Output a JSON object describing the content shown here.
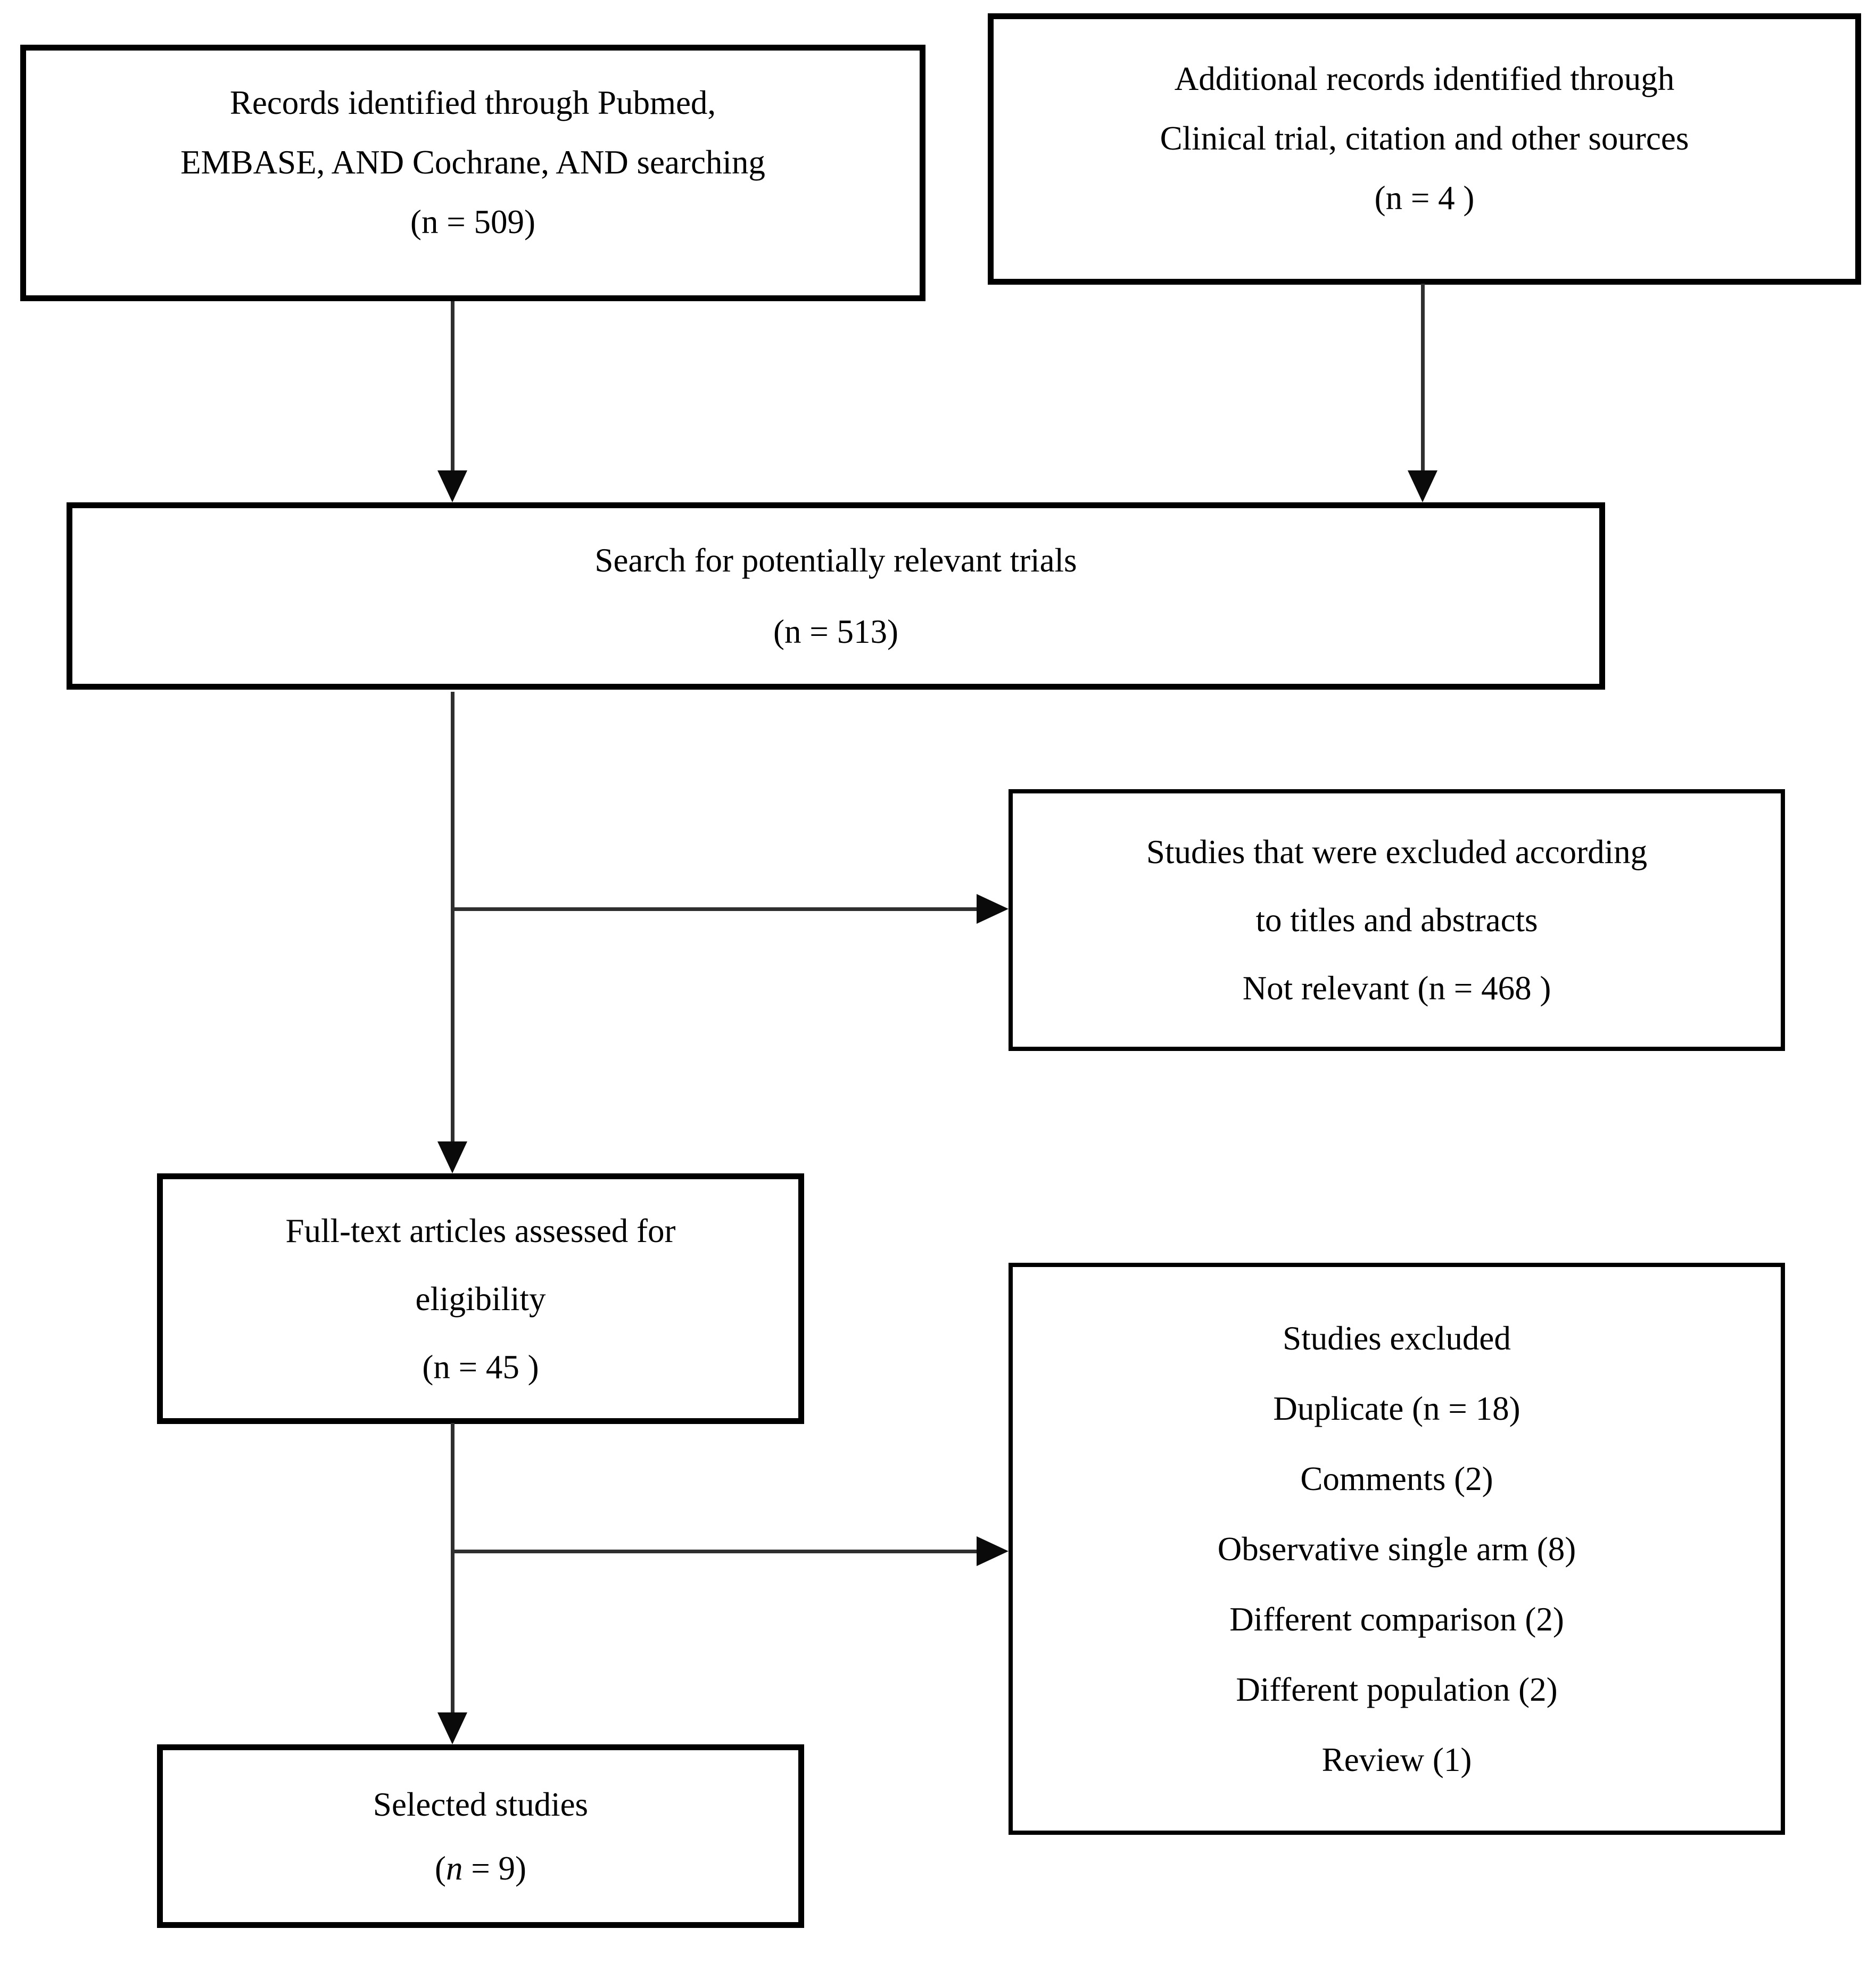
{
  "colors": {
    "background": "#ffffff",
    "box_border": "#000000",
    "connector": "#2f2f2f",
    "text": "#000000"
  },
  "boxes": {
    "records": {
      "lines": [
        "Records identified through Pubmed,",
        "EMBASE, AND Cochrane, AND searching",
        "(n = 509)"
      ]
    },
    "additional": {
      "lines": [
        "Additional records identified through",
        "Clinical trial, citation and other sources",
        "(n = 4 )"
      ]
    },
    "search": {
      "lines": [
        "Search for potentially relevant trials",
        "(n = 513)"
      ]
    },
    "excluded_screening": {
      "lines": [
        "Studies that were excluded according",
        "to titles and abstracts",
        "Not relevant (n = 468 )"
      ]
    },
    "fulltext": {
      "lines": [
        "Full-text articles assessed for",
        "eligibility",
        "(n = 45 )"
      ]
    },
    "studies_excluded": {
      "lines": [
        "Studies excluded",
        "Duplicate (n = 18)",
        "Comments (2)",
        "Observative single arm (8)",
        "Different comparison (2)",
        "Different population (2)",
        "Review (1)"
      ]
    },
    "selected": {
      "title": "Selected studies",
      "count_prefix": "(",
      "count_var": "n",
      "count_suffix": " = 9)"
    }
  }
}
